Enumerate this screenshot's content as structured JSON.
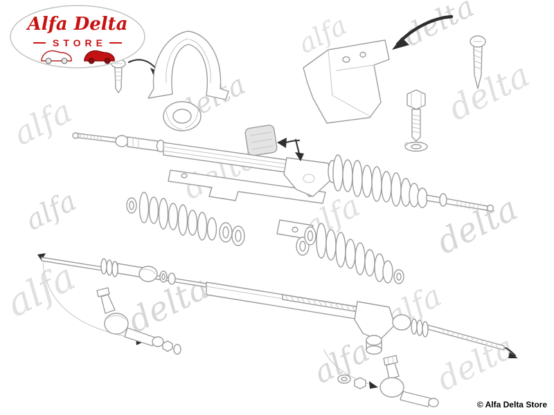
{
  "logo": {
    "brand_script": "Alfa Delta",
    "store_label": "STORE"
  },
  "watermark": {
    "items": [
      "alfa",
      "delta",
      "alfa",
      "delta",
      "delta",
      "alfa",
      "delta",
      "alfa",
      "alfa",
      "delta",
      "alfa",
      "delta",
      "alfa",
      "alfa",
      "delta"
    ]
  },
  "footer": {
    "copyright": "© Alfa Delta Store"
  },
  "colors": {
    "brand_red": "#c81212",
    "line_gray": "#9c9c9c",
    "watermark_gray": "#dedede"
  }
}
